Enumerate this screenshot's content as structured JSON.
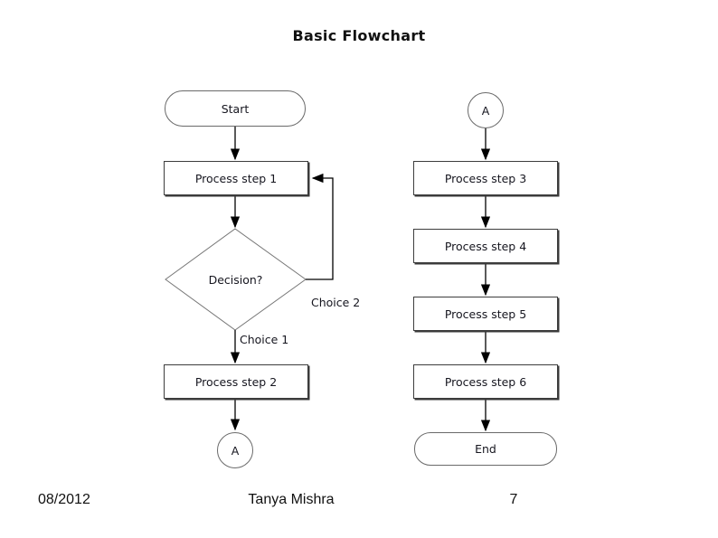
{
  "title": "Basic Flowchart",
  "flowchart": {
    "nodes": {
      "start": {
        "label": "Start",
        "shape": "stadium"
      },
      "process1": {
        "label": "Process step 1",
        "shape": "rect"
      },
      "decision": {
        "label": "Decision?",
        "shape": "diamond"
      },
      "process2": {
        "label": "Process step 2",
        "shape": "rect"
      },
      "connector_a_left": {
        "label": "A",
        "shape": "circle"
      },
      "connector_a_right": {
        "label": "A",
        "shape": "circle"
      },
      "process3": {
        "label": "Process step 3",
        "shape": "rect"
      },
      "process4": {
        "label": "Process step 4",
        "shape": "rect"
      },
      "process5": {
        "label": "Process step 5",
        "shape": "rect"
      },
      "process6": {
        "label": "Process step 6",
        "shape": "rect"
      },
      "end": {
        "label": "End",
        "shape": "stadium"
      }
    },
    "edge_labels": {
      "choice1": "Choice 1",
      "choice2": "Choice 2"
    },
    "colors": {
      "connector_line": "#000000",
      "rect_border": "#3d3d3d",
      "curved_shape_border": "#6a6a6a",
      "diamond_border": "#777777",
      "text": "#16161f",
      "background": "#ffffff"
    }
  },
  "footer": {
    "date": "08/2012",
    "author": "Tanya Mishra",
    "page_number": "7"
  }
}
